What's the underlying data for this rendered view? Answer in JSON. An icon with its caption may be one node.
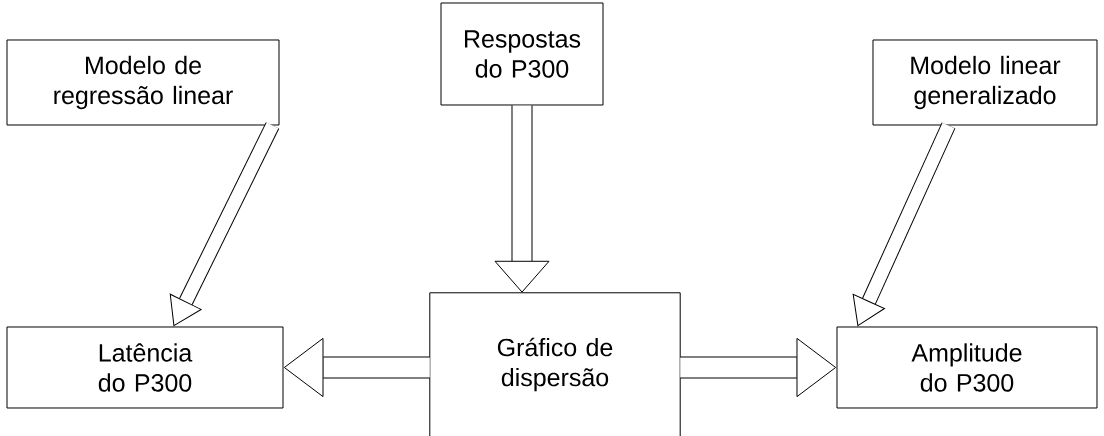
{
  "diagram": {
    "nodes": [
      {
        "text": [
          "Respostas do P300"
        ]
      },
      {
        "text": [
          "Modelo de regressão linear"
        ]
      },
      {
        "text": [
          "Modelo linear generalizado"
        ]
      },
      {
        "text": [
          "Gráfico de dispersão"
        ]
      },
      {
        "text": [
          "Latência do P300"
        ]
      },
      {
        "text": [
          "Amplitude do P300"
        ]
      }
    ],
    "edges": [
      {
        "from": 1,
        "to": 4,
        "arrow": "to"
      },
      {
        "from": 0,
        "to": 3,
        "arrow": "to"
      },
      {
        "from": 2,
        "to": 5,
        "arrow": "to"
      },
      {
        "from": 3,
        "to": 4,
        "arrow": "to"
      },
      {
        "from": 3,
        "to": 5,
        "arrow": "to"
      }
    ]
  }
}
